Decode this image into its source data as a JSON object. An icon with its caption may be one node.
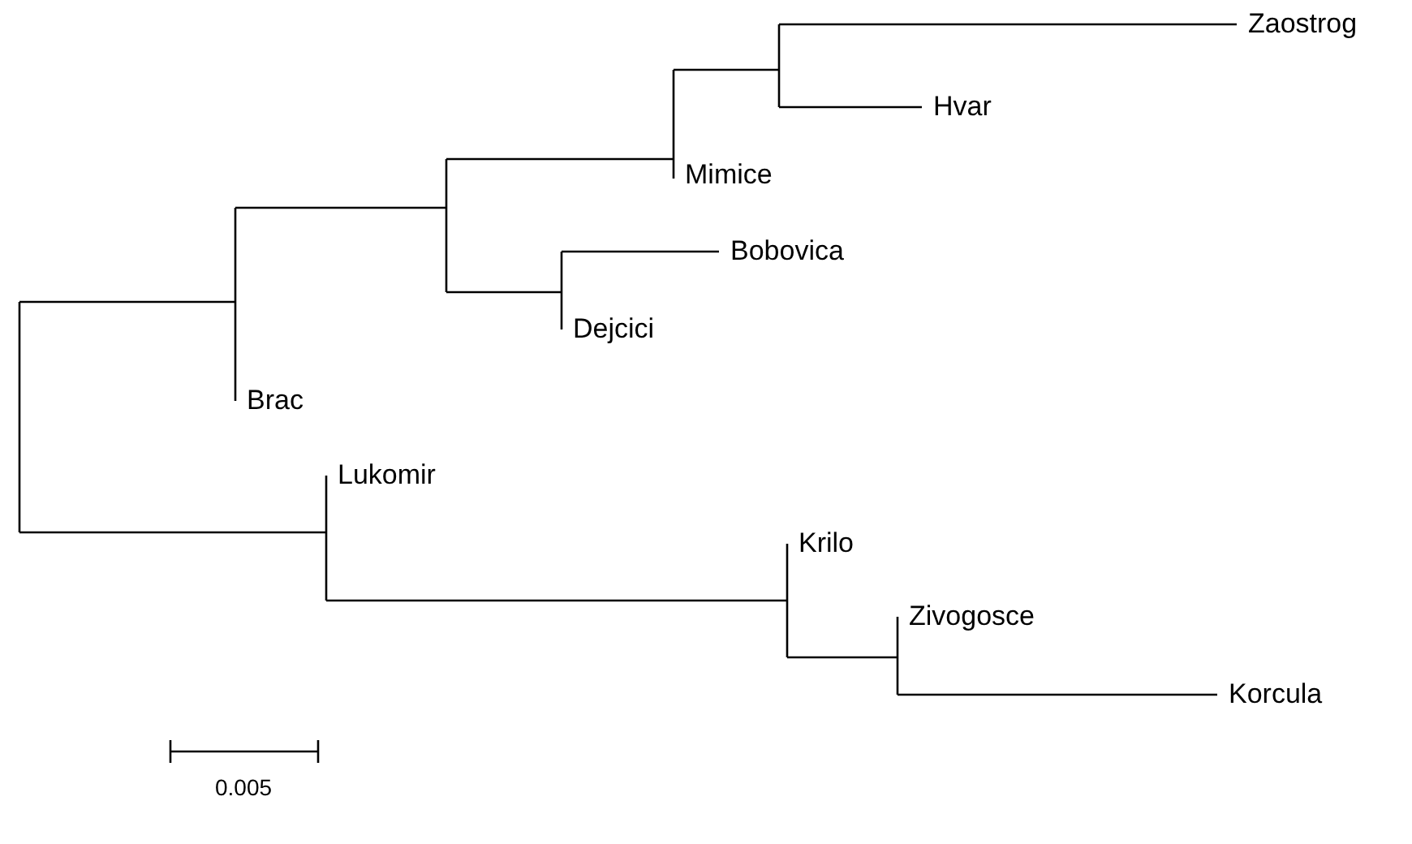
{
  "diagram": {
    "labels": [
      "Zaostrog",
      "Hvar",
      "Mimice",
      "Bobovica",
      "Dejcici",
      "Brac",
      "Lukomir",
      "Krilo",
      "Zivogosce",
      "Korcula",
      "0.005"
    ]
  }
}
